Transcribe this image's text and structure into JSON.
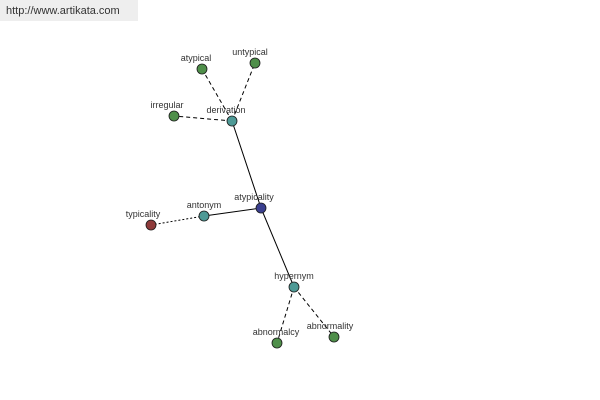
{
  "source_url": "http://www.artikata.com",
  "colors": {
    "background": "#ffffff",
    "url_bar": "#eeeeee",
    "edge": "#000000",
    "label": "#333333",
    "center_node": "#3a3f8f",
    "relation_node": "#4e9a96",
    "word_node": "#4f8f4a",
    "antonym_word_node": "#8e3a3a"
  },
  "graph": {
    "center": {
      "id": "atypicality",
      "label": "atypicality",
      "kind": "center"
    },
    "nodes": [
      {
        "id": "atypicality",
        "label": "atypicality",
        "kind": "center"
      },
      {
        "id": "derivation",
        "label": "derivation",
        "kind": "relation"
      },
      {
        "id": "antonym",
        "label": "antonym",
        "kind": "relation"
      },
      {
        "id": "hypernym",
        "label": "hypernym",
        "kind": "relation"
      },
      {
        "id": "atypical",
        "label": "atypical",
        "kind": "word"
      },
      {
        "id": "untypical",
        "label": "untypical",
        "kind": "word"
      },
      {
        "id": "irregular",
        "label": "irregular",
        "kind": "word"
      },
      {
        "id": "typicality",
        "label": "typicality",
        "kind": "antonym-word"
      },
      {
        "id": "abnormalcy",
        "label": "abnormalcy",
        "kind": "word"
      },
      {
        "id": "abnormality",
        "label": "abnormality",
        "kind": "word"
      }
    ],
    "edges": [
      {
        "from": "atypicality",
        "to": "derivation",
        "style": "solid"
      },
      {
        "from": "atypicality",
        "to": "antonym",
        "style": "solid"
      },
      {
        "from": "atypicality",
        "to": "hypernym",
        "style": "solid"
      },
      {
        "from": "derivation",
        "to": "atypical",
        "style": "dashed"
      },
      {
        "from": "derivation",
        "to": "untypical",
        "style": "dashed"
      },
      {
        "from": "derivation",
        "to": "irregular",
        "style": "dashed"
      },
      {
        "from": "antonym",
        "to": "typicality",
        "style": "dotted"
      },
      {
        "from": "hypernym",
        "to": "abnormalcy",
        "style": "dashed"
      },
      {
        "from": "hypernym",
        "to": "abnormality",
        "style": "dashed"
      }
    ]
  }
}
